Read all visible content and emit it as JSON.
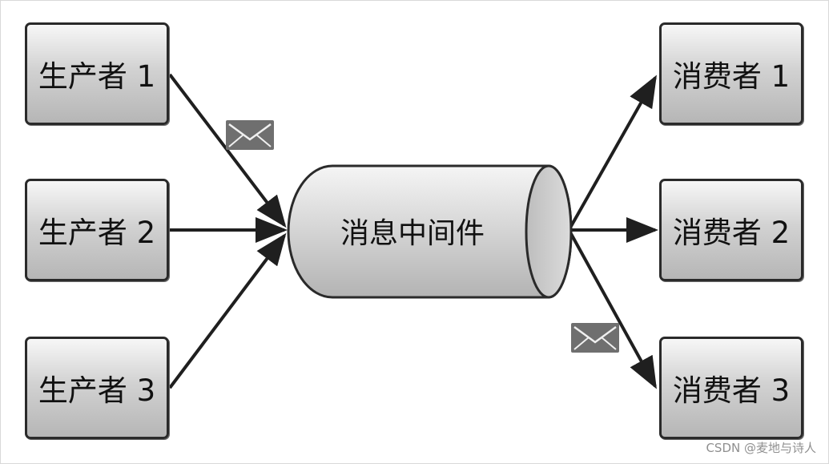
{
  "producers": [
    {
      "label": "生产者 1"
    },
    {
      "label": "生产者 2"
    },
    {
      "label": "生产者 3"
    }
  ],
  "middleware": {
    "label": "消息中间件"
  },
  "consumers": [
    {
      "label": "消费者 1"
    },
    {
      "label": "消费者 2"
    },
    {
      "label": "消费者 3"
    }
  ],
  "envelopes": [
    {
      "icon": "envelope-icon",
      "on_flow": "生产者 1 → 消息中间件"
    },
    {
      "icon": "envelope-icon",
      "on_flow": "消息中间件 → 消费者 3"
    }
  ],
  "watermark": "CSDN @麦地与诗人",
  "colors": {
    "stroke": "#1f1f1f",
    "envelope": "#6f6f6f"
  }
}
